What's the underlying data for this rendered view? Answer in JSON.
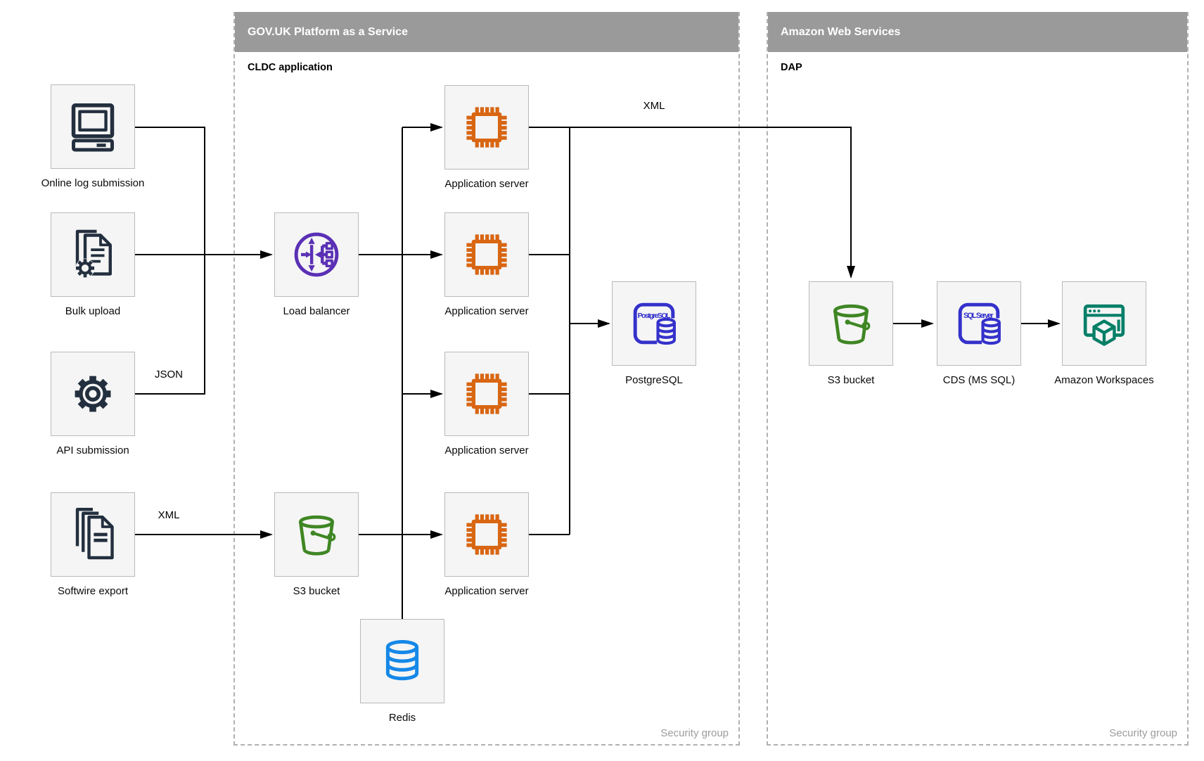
{
  "diagram": {
    "govuk": {
      "title": "GOV.UK Platform as a Service",
      "sublabel": "CLDC application",
      "footer": "Security group"
    },
    "aws": {
      "title": "Amazon Web Services",
      "sublabel": "DAP",
      "footer": "Security group"
    },
    "nodes": {
      "online_log": {
        "label": "Online log submission",
        "icon": "computer-icon"
      },
      "bulk_upload": {
        "label": "Bulk upload",
        "icon": "documents-gear-icon"
      },
      "api_submission": {
        "label": "API submission",
        "icon": "gear-icon"
      },
      "softwire_export": {
        "label": "Softwire export",
        "icon": "documents-stack-icon"
      },
      "load_balancer": {
        "label": "Load balancer",
        "icon": "load-balancer-icon"
      },
      "app_server": {
        "label": "Application server",
        "icon": "chip-icon"
      },
      "postgresql": {
        "label": "PostgreSQL",
        "icon_text": "PostgreSQL",
        "icon": "postgresql-database-icon"
      },
      "s3_govuk": {
        "label": "S3 bucket",
        "icon": "s3-bucket-icon"
      },
      "redis": {
        "label": "Redis",
        "icon": "database-cylinder-icon"
      },
      "s3_aws": {
        "label": "S3 bucket",
        "icon": "s3-bucket-icon"
      },
      "cds": {
        "label": "CDS (MS SQL)",
        "icon_text": "SQL Server",
        "icon": "sql-server-database-icon"
      },
      "workspaces": {
        "label": "Amazon Workspaces",
        "icon": "amazon-workspaces-icon"
      }
    },
    "edge_labels": {
      "json": "JSON",
      "xml_softwire": "XML",
      "xml_to_aws": "XML"
    },
    "colors": {
      "header_bg": "#9a9a9a",
      "source_icon": "#232f3e",
      "load_balancer_purple": "#5a30b5",
      "app_server_orange": "#d86613",
      "database_indigo": "#3431cb",
      "bucket_green": "#3f8624",
      "workspaces_teal": "#067f68",
      "redis_blue": "#1588e8",
      "box_bg": "#f5f5f5",
      "box_border": "#b9b9b9",
      "line": "#000000",
      "muted_text": "#9c9c9c"
    }
  }
}
